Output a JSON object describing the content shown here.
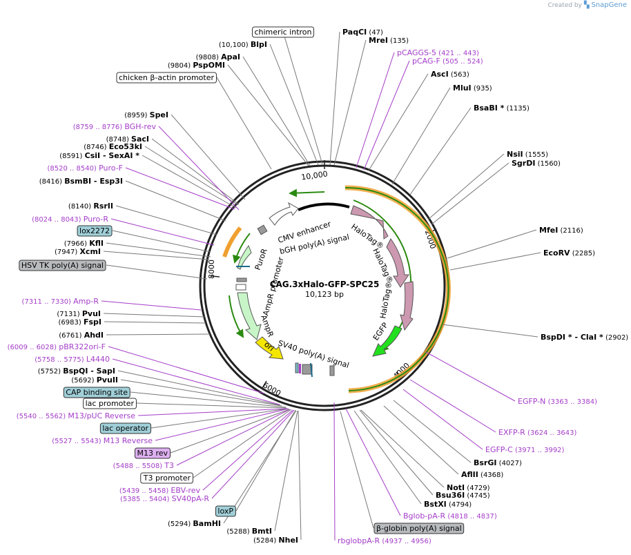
{
  "credit": {
    "created_by": "Created by",
    "brand": "SnapGene"
  },
  "plasmid": {
    "name": "CAG.3xHalo-GFP-SPC25",
    "size": "10,123 bp"
  },
  "ticks": [
    "2000",
    "4000",
    "6000",
    "8000",
    "10,000"
  ],
  "colors": {
    "enzyme": "#000000",
    "primer": "#a43cc8",
    "halotag": "#cc99b0",
    "egfp": "#22e01e",
    "ori": "#f5e600",
    "ampr": "#c7f5c7",
    "orf_green": "#2a8a10",
    "orf_orange": "#f0a030",
    "boxed_gray": "#b8bbbe",
    "boxed_teal": "#a0cfd8",
    "boxed_purple": "#ddb0f0"
  },
  "inner_features": [
    {
      "id": "halo1",
      "label": "HaloTag®"
    },
    {
      "id": "halo2",
      "label": "HaloTag®"
    },
    {
      "id": "halo3",
      "label": "HaloTag®"
    },
    {
      "id": "egfp",
      "label": "EGFP"
    },
    {
      "id": "cmv",
      "label": "CMV enhancer"
    },
    {
      "id": "bgh",
      "label": "bGH poly(A) signal"
    },
    {
      "id": "puror",
      "label": "PuroR"
    },
    {
      "id": "amprprom",
      "label": "AmpR promoter"
    },
    {
      "id": "ampr",
      "label": "AmpR"
    },
    {
      "id": "ori",
      "label": "ori"
    },
    {
      "id": "sv40",
      "label": "SV40 poly(A) signal"
    }
  ],
  "labels": [
    {
      "id": "chimeric",
      "name": "chimeric intron",
      "type": "boxed"
    },
    {
      "id": "paqci",
      "name": "PaqCI",
      "pos": "(47)",
      "type": "enzyme"
    },
    {
      "id": "mrei",
      "name": "MreI",
      "pos": "(135)",
      "type": "enzyme"
    },
    {
      "id": "pcaggs5",
      "name": "pCAGGS-5",
      "pos": "(421 .. 443)",
      "type": "primer"
    },
    {
      "id": "pcagf",
      "name": "pCAG-F",
      "pos": "(505 .. 524)",
      "type": "primer"
    },
    {
      "id": "asci",
      "name": "AscI",
      "pos": "(563)",
      "type": "enzyme"
    },
    {
      "id": "mlui",
      "name": "MluI",
      "pos": "(935)",
      "type": "enzyme"
    },
    {
      "id": "bsabi",
      "name": "BsaBI *",
      "pos": "(1135)",
      "type": "enzyme"
    },
    {
      "id": "nsii",
      "name": "NsiI",
      "pos": "(1555)",
      "type": "enzyme"
    },
    {
      "id": "sgrdi",
      "name": "SgrDI",
      "pos": "(1560)",
      "type": "enzyme"
    },
    {
      "id": "mfei",
      "name": "MfeI",
      "pos": "(2116)",
      "type": "enzyme"
    },
    {
      "id": "ecorv",
      "name": "EcoRV",
      "pos": "(2285)",
      "type": "enzyme"
    },
    {
      "id": "bspdi",
      "name": "BspDI * - ClaI *",
      "pos": "(2902)",
      "type": "enzyme"
    },
    {
      "id": "egfpn",
      "name": "EGFP-N",
      "pos": "(3363 .. 3384)",
      "type": "primer"
    },
    {
      "id": "exfpr",
      "name": "EXFP-R",
      "pos": "(3624 .. 3643)",
      "type": "primer"
    },
    {
      "id": "egfpc",
      "name": "EGFP-C",
      "pos": "(3971 .. 3992)",
      "type": "primer"
    },
    {
      "id": "bsrgi",
      "name": "BsrGI",
      "pos": "(4027)",
      "type": "enzyme"
    },
    {
      "id": "aflii",
      "name": "AflII",
      "pos": "(4368)",
      "type": "enzyme"
    },
    {
      "id": "noti",
      "name": "NotI",
      "pos": "(4729)",
      "type": "enzyme"
    },
    {
      "id": "bsu36i",
      "name": "Bsu36I",
      "pos": "(4745)",
      "type": "enzyme"
    },
    {
      "id": "bstxi",
      "name": "BstXI",
      "pos": "(4794)",
      "type": "enzyme"
    },
    {
      "id": "bglobpar",
      "name": "Bglob-pA-R",
      "pos": "(4818 .. 4837)",
      "type": "primer"
    },
    {
      "id": "bglobinpa",
      "name": "β-globin poly(A) signal",
      "type": "boxed"
    },
    {
      "id": "rbglobpar",
      "name": "rbglobpA-R",
      "pos": "(4937 .. 4956)",
      "type": "primer"
    },
    {
      "id": "nhei",
      "name": "NheI",
      "pos": "(5284)",
      "type": "enzyme"
    },
    {
      "id": "bmti",
      "name": "BmtI",
      "pos": "(5288)",
      "type": "enzyme"
    },
    {
      "id": "bamhi",
      "name": "BamHI",
      "pos": "(5294)",
      "type": "enzyme"
    },
    {
      "id": "loxp",
      "name": "loxP",
      "type": "boxed"
    },
    {
      "id": "sv40par",
      "name": "SV40pA-R",
      "pos": "(5385 .. 5404)",
      "type": "primer"
    },
    {
      "id": "ebvrev",
      "name": "EBV-rev",
      "pos": "(5439 .. 5458)",
      "type": "primer"
    },
    {
      "id": "t3prom",
      "name": "T3 promoter",
      "type": "boxed"
    },
    {
      "id": "t3",
      "name": "T3",
      "pos": "(5488 .. 5508)",
      "type": "primer"
    },
    {
      "id": "m13rev",
      "name": "M13 rev",
      "type": "boxed"
    },
    {
      "id": "m13reverse",
      "name": "M13 Reverse",
      "pos": "(5527 .. 5543)",
      "type": "primer"
    },
    {
      "id": "lacop",
      "name": "lac operator",
      "type": "boxed"
    },
    {
      "id": "m13puc",
      "name": "M13/pUC Reverse",
      "pos": "(5540 .. 5562)",
      "type": "primer"
    },
    {
      "id": "lacprom",
      "name": "lac promoter",
      "type": "boxed"
    },
    {
      "id": "capsite",
      "name": "CAP binding site",
      "type": "boxed"
    },
    {
      "id": "pvuii",
      "name": "PvuII",
      "pos": "(5692)",
      "type": "enzyme"
    },
    {
      "id": "bspqi",
      "name": "BspQI - SapI",
      "pos": "(5752)",
      "type": "enzyme"
    },
    {
      "id": "l4440",
      "name": "L4440",
      "pos": "(5758 .. 5775)",
      "type": "primer"
    },
    {
      "id": "pbr322",
      "name": "pBR322ori-F",
      "pos": "(6009 .. 6028)",
      "type": "primer"
    },
    {
      "id": "ahdi",
      "name": "AhdI",
      "pos": "(6761)",
      "type": "enzyme"
    },
    {
      "id": "fspi",
      "name": "FspI",
      "pos": "(6983)",
      "type": "enzyme"
    },
    {
      "id": "pvui",
      "name": "PvuI",
      "pos": "(7131)",
      "type": "enzyme"
    },
    {
      "id": "ampr_r",
      "name": "Amp-R",
      "pos": "(7311 .. 7330)",
      "type": "primer"
    },
    {
      "id": "hsvtk",
      "name": "HSV TK poly(A) signal",
      "type": "boxed"
    },
    {
      "id": "xcmi",
      "name": "XcmI",
      "pos": "(7947)",
      "type": "enzyme"
    },
    {
      "id": "kfli",
      "name": "KflI",
      "pos": "(7966)",
      "type": "enzyme"
    },
    {
      "id": "lox2272",
      "name": "lox2272",
      "type": "boxed"
    },
    {
      "id": "puror_p",
      "name": "Puro-R",
      "pos": "(8024 .. 8043)",
      "type": "primer"
    },
    {
      "id": "rsrii",
      "name": "RsrII",
      "pos": "(8140)",
      "type": "enzyme"
    },
    {
      "id": "bsmbi",
      "name": "BsmBI - Esp3I",
      "pos": "(8416)",
      "type": "enzyme"
    },
    {
      "id": "purof",
      "name": "Puro-F",
      "pos": "(8520 .. 8540)",
      "type": "primer"
    },
    {
      "id": "csii",
      "name": "CsiI - SexAI *",
      "pos": "(8591)",
      "type": "enzyme"
    },
    {
      "id": "eco53ki",
      "name": "Eco53kI",
      "pos": "(8746)",
      "type": "enzyme"
    },
    {
      "id": "saci",
      "name": "SacI",
      "pos": "(8748)",
      "type": "enzyme"
    },
    {
      "id": "bghrev",
      "name": "BGH-rev",
      "pos": "(8759 .. 8776)",
      "type": "primer"
    },
    {
      "id": "spei",
      "name": "SpeI",
      "pos": "(8959)",
      "type": "enzyme"
    },
    {
      "id": "chickactin",
      "name": "chicken β-actin promoter",
      "type": "boxed"
    },
    {
      "id": "pspomi",
      "name": "PspOMI",
      "pos": "(9804)",
      "type": "enzyme"
    },
    {
      "id": "apai",
      "name": "ApaI",
      "pos": "(9808)",
      "type": "enzyme"
    },
    {
      "id": "blpi",
      "name": "BlpI",
      "pos": "(10,100)",
      "type": "enzyme"
    }
  ]
}
